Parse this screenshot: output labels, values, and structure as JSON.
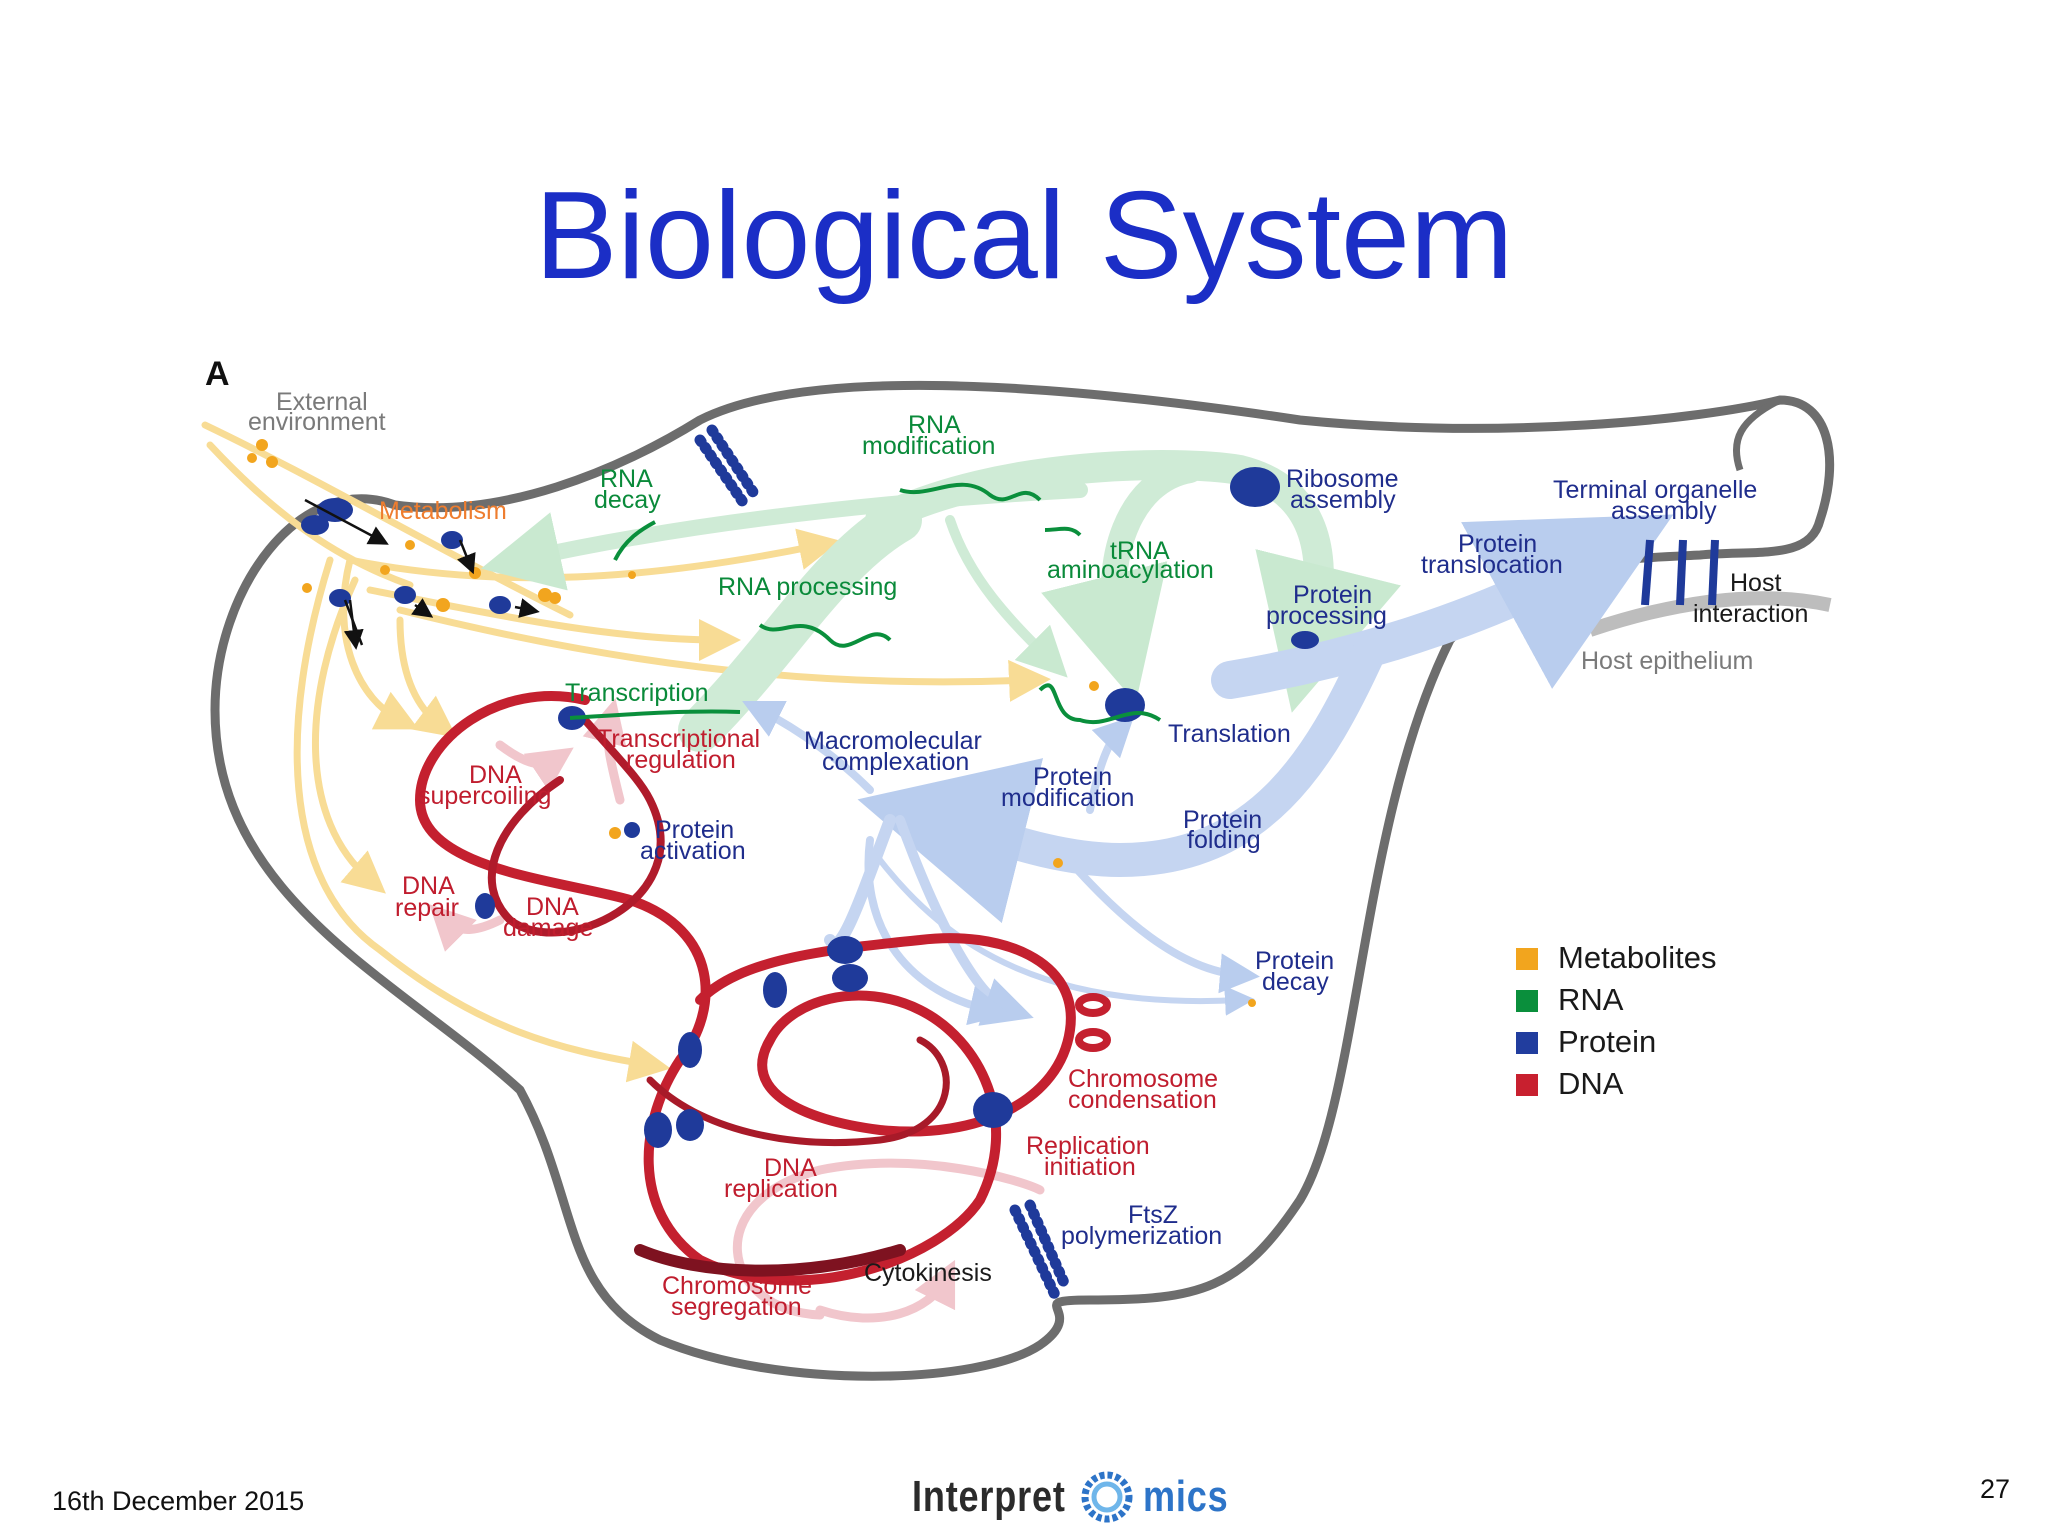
{
  "slide": {
    "title": "Biological System",
    "date": "16th December 2015",
    "page_number": "27",
    "logo": {
      "part1": "Interpret",
      "part2": "mics"
    }
  },
  "diagram": {
    "panel_letter": "A",
    "external_environment": [
      "External",
      "environment"
    ],
    "metabolism": "Metabolism",
    "rna_decay": [
      "RNA",
      "decay"
    ],
    "rna_modification": [
      "RNA",
      "modification"
    ],
    "ribosome_assembly": [
      "Ribosome",
      "assembly"
    ],
    "terminal_organelle": [
      "Terminal organelle",
      "assembly"
    ],
    "protein_translocation": [
      "Protein",
      "translocation"
    ],
    "host_interaction": [
      "Host",
      "interaction"
    ],
    "host_epithelium": "Host epithelium",
    "trna": [
      "tRNA",
      "aminoacylation"
    ],
    "rna_processing": "RNA processing",
    "protein_processing": [
      "Protein",
      "processing"
    ],
    "transcription": "Transcription",
    "translation": "Translation",
    "transcriptional_regulation": [
      "Transcriptional",
      "regulation"
    ],
    "macromolecular": [
      "Macromolecular",
      "complexation"
    ],
    "dna_supercoiling": [
      "DNA",
      "supercoiling"
    ],
    "protein_activation": [
      "Protein",
      "activation"
    ],
    "protein_modification": [
      "Protein",
      "modification"
    ],
    "protein_folding": [
      "Protein",
      "folding"
    ],
    "dna_repair": [
      "DNA",
      "repair"
    ],
    "dna_damage": [
      "DNA",
      "damage"
    ],
    "protein_decay": [
      "Protein",
      "decay"
    ],
    "chromosome_condensation": [
      "Chromosome",
      "condensation"
    ],
    "replication_initiation": [
      "Replication",
      "initiation"
    ],
    "dna_replication": [
      "DNA",
      "replication"
    ],
    "ftsz": [
      "FtsZ",
      "polymerization"
    ],
    "cytokinesis": "Cytokinesis",
    "chromosome_segregation": [
      "Chromosome",
      "segregation"
    ]
  },
  "legend": [
    {
      "label": "Metabolites",
      "color": "#f2a51e"
    },
    {
      "label": "RNA",
      "color": "#0a8f3c"
    },
    {
      "label": "Protein",
      "color": "#213d9e"
    },
    {
      "label": "DNA",
      "color": "#c8202f"
    }
  ],
  "colors": {
    "title": "#1b2ec6",
    "metabolism_label": "#ee7d2f",
    "rna_label": "#0a8a3a",
    "protein_label": "#1f2d8c",
    "dna_label": "#c01d2e",
    "gray_label": "#7a7a7a"
  }
}
